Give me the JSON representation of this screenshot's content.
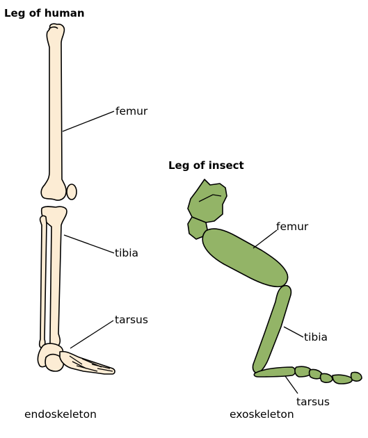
{
  "human": {
    "title": "Leg of human",
    "labels": {
      "femur": "femur",
      "tibia": "tibia",
      "tarsus": "tarsus"
    },
    "caption": "endoskeleton"
  },
  "insect": {
    "title": "Leg of insect",
    "labels": {
      "femur": "femur",
      "tibia": "tibia",
      "tarsus": "tarsus"
    },
    "caption": "exoskeleton"
  },
  "colors": {
    "bone": "#fcecd4",
    "insect_segment": "#93b467",
    "outline": "#000000"
  }
}
